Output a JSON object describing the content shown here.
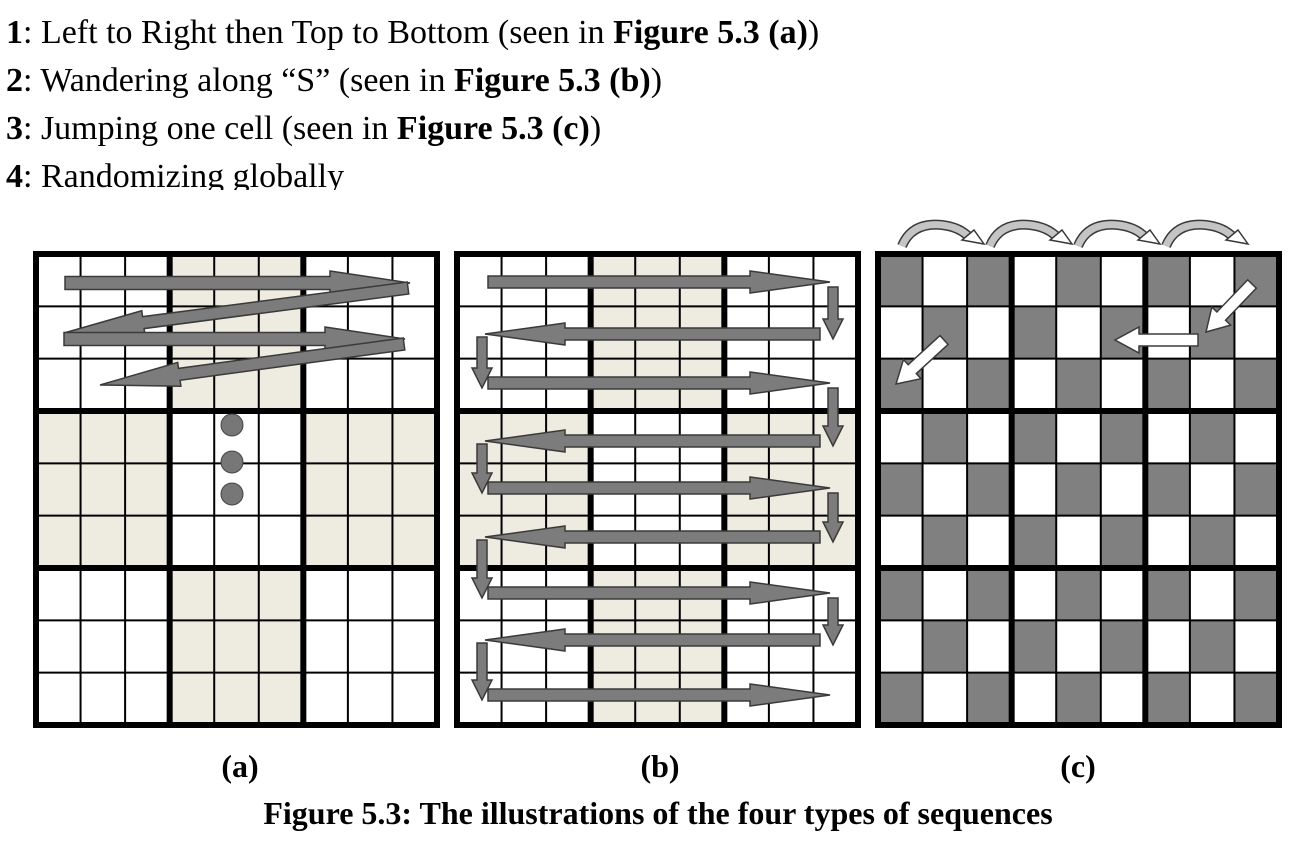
{
  "list": [
    {
      "num": "1",
      "text": ": Left to Right then Top to Bottom (seen in ",
      "ref": "Figure 5.3 (a)",
      "end": ")"
    },
    {
      "num": "2",
      "text": ": Wandering along “S” (seen in ",
      "ref": "Figure 5.3 (b)",
      "end": ")"
    },
    {
      "num": "3",
      "text": ": Jumping one cell (seen in ",
      "ref": "Figure 5.3 (c)",
      "end": ")"
    },
    {
      "num": "4",
      "text": ": Randomizing globally",
      "ref": "",
      "end": ""
    }
  ],
  "figure": {
    "sublabels": [
      "(a)",
      "(b)",
      "(c)"
    ],
    "caption": "Figure 5.3: The illustrations of the four types of sequences"
  },
  "colors": {
    "shade": "#eeebe0",
    "checker": "#808080",
    "arrow": "#7c7c7c",
    "outline": "#3a3a3a"
  }
}
